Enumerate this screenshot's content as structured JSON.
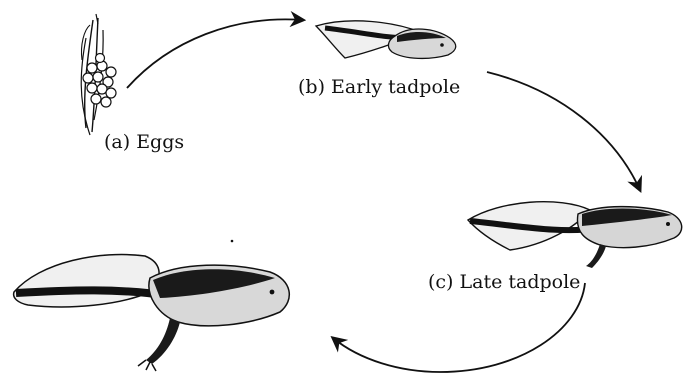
{
  "stages": [
    {
      "id": "a",
      "label": "(a) Eggs",
      "icon": "frog-eggs-icon"
    },
    {
      "id": "b",
      "label": "(b) Early tadpole",
      "icon": "early-tadpole-icon"
    },
    {
      "id": "c",
      "label": "(c) Late tadpole",
      "icon": "late-tadpole-icon"
    },
    {
      "id": "d",
      "label": "",
      "icon": "froglet-icon"
    }
  ],
  "colors": {
    "ink": "#111111",
    "tail_fill": "#f2f2f2",
    "body_fill": "#dcdcdc",
    "dark_band": "#1a1a1a"
  }
}
